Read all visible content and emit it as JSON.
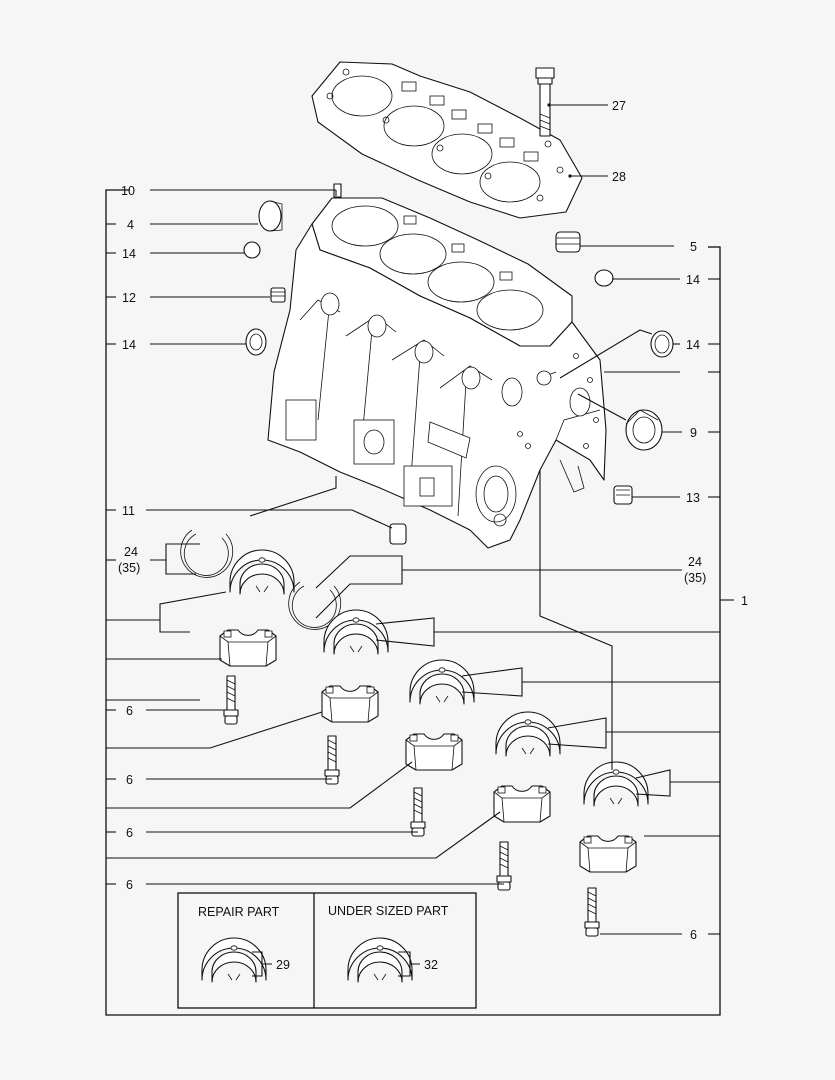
{
  "callouts": {
    "c1": "1",
    "c4": "4",
    "c5": "5",
    "c6a": "6",
    "c6b": "6",
    "c6c": "6",
    "c6d": "6",
    "c6e": "6",
    "c9": "9",
    "c10": "10",
    "c11": "11",
    "c12": "12",
    "c13": "13",
    "c14a": "14",
    "c14b": "14",
    "c14c": "14",
    "c14d": "14",
    "c24a": "24",
    "c24a_sub": "(35)",
    "c24b": "24",
    "c24b_sub": "(35)",
    "c27": "27",
    "c28": "28",
    "c29": "29",
    "c32": "32"
  },
  "inset": {
    "repair_label": "REPAIR PART",
    "undersized_label": "UNDER SIZED PART"
  }
}
